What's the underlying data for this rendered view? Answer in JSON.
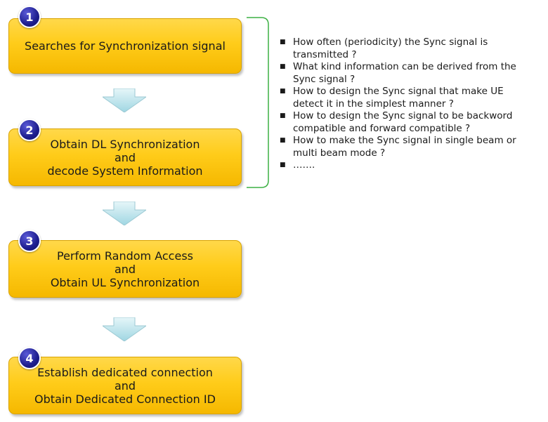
{
  "steps": [
    {
      "number": "1",
      "lines": [
        "Searches for Synchronization signal"
      ]
    },
    {
      "number": "2",
      "lines": [
        "Obtain DL Synchronization",
        "and",
        "decode System Information"
      ]
    },
    {
      "number": "3",
      "lines": [
        "Perform Random Access",
        "and",
        "Obtain UL Synchronization"
      ]
    },
    {
      "number": "4",
      "lines": [
        "Establish dedicated connection",
        "and",
        "Obtain Dedicated Connection ID"
      ]
    }
  ],
  "questions": [
    {
      "lines": [
        "How often (periodicity) the Sync signal is",
        "transmitted ?"
      ]
    },
    {
      "lines": [
        "What kind information can be derived from the",
        "Sync signal ?"
      ]
    },
    {
      "lines": [
        "How to design the Sync signal that make UE",
        "detect it in the simplest manner ?"
      ]
    },
    {
      "lines": [
        "How to design the Sync signal to be backword",
        "compatible and forward compatible ?"
      ]
    },
    {
      "lines": [
        "How to make the Sync signal in single beam or",
        "multi beam mode ?"
      ]
    },
    {
      "lines": [
        "……."
      ]
    }
  ],
  "colors": {
    "step_fill": "#ffcc1a",
    "badge_fill": "#1e1e8e",
    "arrow_fill": "#bfe6ee",
    "bracket_stroke": "#3cb043"
  },
  "icons": {
    "flow_arrow": "down-arrow-icon",
    "bullet": "square-bullet-icon"
  }
}
